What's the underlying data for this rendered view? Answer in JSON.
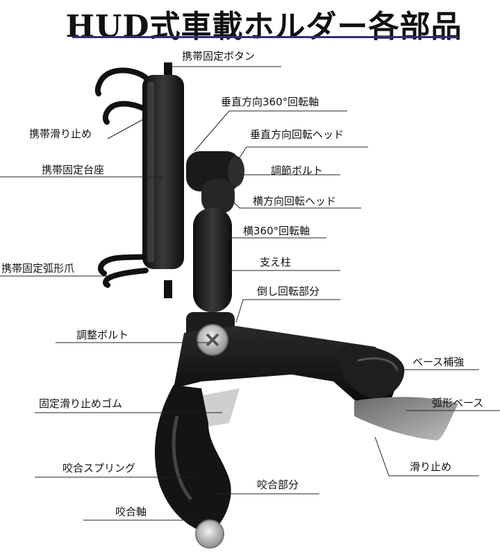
{
  "title": "HUD式車載ホルダー各部品",
  "labels": {
    "phone_lock_button": "携帯固定ボタン",
    "vertical_360_axis": "垂直方向360°回転軸",
    "phone_anti_slip": "携帯滑り止め",
    "vertical_rotation_head": "垂直方向回転ヘッド",
    "phone_mount_base": "携帯固定台座",
    "adjust_bolt_top": "調節ボルト",
    "horizontal_rotation_head": "横方向回転ヘッド",
    "horizontal_360_axis": "横360°回転軸",
    "phone_arc_claw": "携帯固定弧形爪",
    "support_pillar": "支え柱",
    "tilt_rotation_part": "倒し回転部分",
    "adjust_bolt_bottom": "調整ボルト",
    "base_reinforcement": "ベース補強",
    "fixed_anti_slip_rubber": "固定滑り止めゴム",
    "arc_base": "弧形ベース",
    "anti_slip": "滑り止め",
    "clamp_spring": "咬合スプリング",
    "clamp_part": "咬合部分",
    "clamp_axis": "咬合軸"
  }
}
